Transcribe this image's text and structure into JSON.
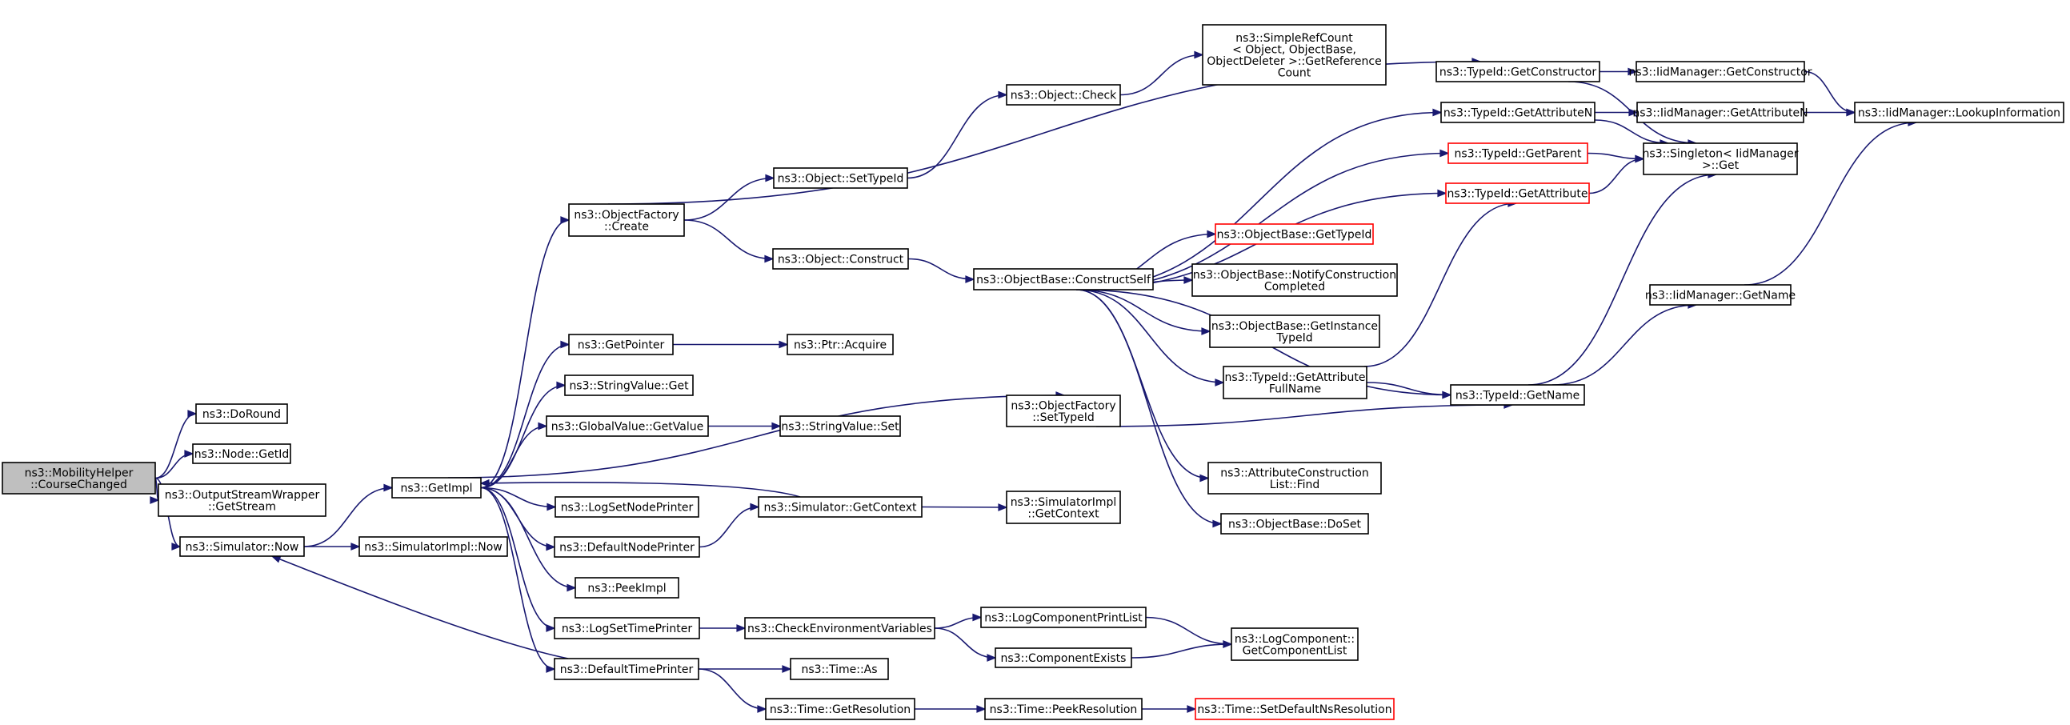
{
  "diagram": {
    "colors": {
      "edge": "#191970",
      "root_fill": "#bfbfbf",
      "highlight_border": "#ff0000",
      "default_border": "#000000"
    },
    "nodes": [
      {
        "id": "root",
        "lines": [
          "ns3::MobilityHelper",
          "::CourseChanged"
        ],
        "root": true
      },
      {
        "id": "doround",
        "lines": [
          "ns3::DoRound"
        ]
      },
      {
        "id": "nodegetid",
        "lines": [
          "ns3::Node::GetId"
        ]
      },
      {
        "id": "osw",
        "lines": [
          "ns3::OutputStreamWrapper",
          "::GetStream"
        ]
      },
      {
        "id": "simnow",
        "lines": [
          "ns3::Simulator::Now"
        ]
      },
      {
        "id": "simimplnow",
        "lines": [
          "ns3::SimulatorImpl::Now"
        ]
      },
      {
        "id": "getimpl",
        "lines": [
          "ns3::GetImpl"
        ]
      },
      {
        "id": "ofcreate",
        "lines": [
          "ns3::ObjectFactory",
          "::Create"
        ]
      },
      {
        "id": "getpointer",
        "lines": [
          "ns3::GetPointer"
        ]
      },
      {
        "id": "svget",
        "lines": [
          "ns3::StringValue::Get"
        ]
      },
      {
        "id": "gvgetvalue",
        "lines": [
          "ns3::GlobalValue::GetValue"
        ]
      },
      {
        "id": "logsetnode",
        "lines": [
          "ns3::LogSetNodePrinter"
        ]
      },
      {
        "id": "defnode",
        "lines": [
          "ns3::DefaultNodePrinter"
        ]
      },
      {
        "id": "peekimpl",
        "lines": [
          "ns3::PeekImpl"
        ]
      },
      {
        "id": "logsettime",
        "lines": [
          "ns3::LogSetTimePrinter"
        ]
      },
      {
        "id": "deftime",
        "lines": [
          "ns3::DefaultTimePrinter"
        ]
      },
      {
        "id": "objsettypeid",
        "lines": [
          "ns3::Object::SetTypeId"
        ]
      },
      {
        "id": "objconstruct",
        "lines": [
          "ns3::Object::Construct"
        ]
      },
      {
        "id": "ptracquire",
        "lines": [
          "ns3::Ptr::Acquire"
        ]
      },
      {
        "id": "svset",
        "lines": [
          "ns3::StringValue::Set"
        ]
      },
      {
        "id": "simgetctx",
        "lines": [
          "ns3::Simulator::GetContext"
        ]
      },
      {
        "id": "checkenv",
        "lines": [
          "ns3::CheckEnvironmentVariables"
        ]
      },
      {
        "id": "timeas",
        "lines": [
          "ns3::Time::As"
        ]
      },
      {
        "id": "timegetres",
        "lines": [
          "ns3::Time::GetResolution"
        ]
      },
      {
        "id": "objcheck",
        "lines": [
          "ns3::Object::Check"
        ]
      },
      {
        "id": "obconstructself",
        "lines": [
          "ns3::ObjectBase::ConstructSelf"
        ]
      },
      {
        "id": "ofsettypeid",
        "lines": [
          "ns3::ObjectFactory",
          "::SetTypeId"
        ]
      },
      {
        "id": "simimplgetctx",
        "lines": [
          "ns3::SimulatorImpl",
          "::GetContext"
        ]
      },
      {
        "id": "logcompprint",
        "lines": [
          "ns3::LogComponentPrintList"
        ]
      },
      {
        "id": "compexists",
        "lines": [
          "ns3::ComponentExists"
        ]
      },
      {
        "id": "timepeekres",
        "lines": [
          "ns3::Time::PeekResolution"
        ]
      },
      {
        "id": "srcget",
        "lines": [
          "ns3::SimpleRefCount",
          "< Object, ObjectBase,",
          "ObjectDeleter >::GetReference",
          "Count"
        ]
      },
      {
        "id": "obgettypeid",
        "lines": [
          "ns3::ObjectBase::GetTypeId"
        ],
        "red": true
      },
      {
        "id": "obnotify",
        "lines": [
          "ns3::ObjectBase::NotifyConstruction",
          "Completed"
        ]
      },
      {
        "id": "obgetinst",
        "lines": [
          "ns3::ObjectBase::GetInstance",
          "TypeId"
        ]
      },
      {
        "id": "tidgetattrfull",
        "lines": [
          "ns3::TypeId::GetAttribute",
          "FullName"
        ]
      },
      {
        "id": "acfind",
        "lines": [
          "ns3::AttributeConstruction",
          "List::Find"
        ]
      },
      {
        "id": "obdoset",
        "lines": [
          "ns3::ObjectBase::DoSet"
        ]
      },
      {
        "id": "logcompget",
        "lines": [
          "ns3::LogComponent::",
          "GetComponentList"
        ]
      },
      {
        "id": "timesetdef",
        "lines": [
          "ns3::Time::SetDefaultNsResolution"
        ],
        "red": true
      },
      {
        "id": "tidgetctor",
        "lines": [
          "ns3::TypeId::GetConstructor"
        ]
      },
      {
        "id": "tidgetattrn",
        "lines": [
          "ns3::TypeId::GetAttributeN"
        ]
      },
      {
        "id": "tidgetparent",
        "lines": [
          "ns3::TypeId::GetParent"
        ],
        "red": true
      },
      {
        "id": "tidgetattr",
        "lines": [
          "ns3::TypeId::GetAttribute"
        ],
        "red": true
      },
      {
        "id": "tidgetname",
        "lines": [
          "ns3::TypeId::GetName"
        ]
      },
      {
        "id": "iidgetctor",
        "lines": [
          "ns3::IidManager::GetConstructor"
        ]
      },
      {
        "id": "iidgetattrn",
        "lines": [
          "ns3::IidManager::GetAttributeN"
        ]
      },
      {
        "id": "singletonget",
        "lines": [
          "ns3::Singleton< IidManager",
          "  >::Get"
        ]
      },
      {
        "id": "iidgetname",
        "lines": [
          "ns3::IidManager::GetName"
        ]
      },
      {
        "id": "iidlookup",
        "lines": [
          "ns3::IidManager::LookupInformation"
        ]
      }
    ]
  }
}
